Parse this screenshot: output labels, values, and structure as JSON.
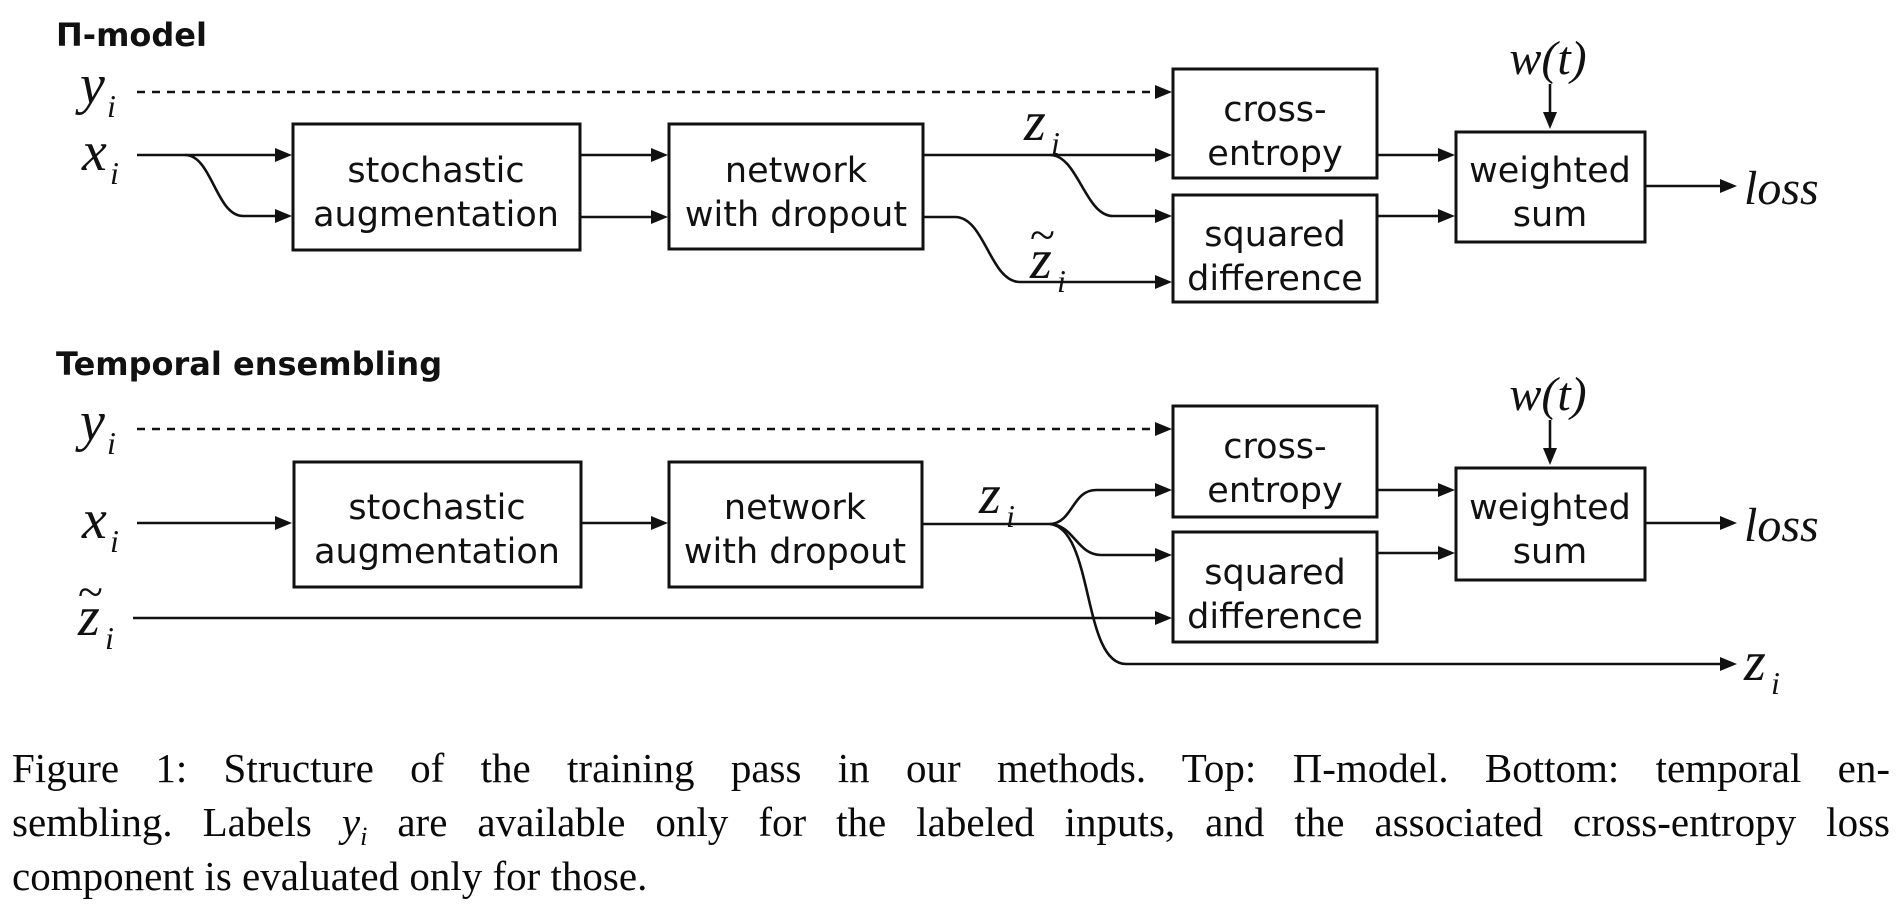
{
  "pi_model": {
    "title": "Π-model",
    "labels": {
      "y_var": "y",
      "y_sub": "i",
      "x_var": "x",
      "x_sub": "i",
      "z_var": "z",
      "z_sub": "i",
      "z_tilde_accent": "~",
      "z_tilde_var": "z",
      "z_tilde_sub": "i",
      "weight_label": "w(t)",
      "loss_label": "loss"
    },
    "boxes": {
      "augmentation_line1": "stochastic",
      "augmentation_line2": "augmentation",
      "network_line1": "network",
      "network_line2": "with dropout",
      "cross_entropy_line1": "cross-",
      "cross_entropy_line2": "entropy",
      "squared_diff_line1": "squared",
      "squared_diff_line2": "difference",
      "weighted_sum_line1": "weighted",
      "weighted_sum_line2": "sum"
    }
  },
  "temporal_ensembling": {
    "title": "Temporal ensembling",
    "labels": {
      "y_var": "y",
      "y_sub": "i",
      "x_var": "x",
      "x_sub": "i",
      "z_var": "z",
      "z_sub": "i",
      "z_tilde_accent": "~",
      "z_tilde_var": "z",
      "z_tilde_sub": "i",
      "z_out_var": "z",
      "z_out_sub": "i",
      "weight_label": "w(t)",
      "loss_label": "loss"
    },
    "boxes": {
      "augmentation_line1": "stochastic",
      "augmentation_line2": "augmentation",
      "network_line1": "network",
      "network_line2": "with dropout",
      "cross_entropy_line1": "cross-",
      "cross_entropy_line2": "entropy",
      "squared_diff_line1": "squared",
      "squared_diff_line2": "difference",
      "weighted_sum_line1": "weighted",
      "weighted_sum_line2": "sum"
    }
  },
  "caption": {
    "line1": "Figure 1: Structure of the training pass in our methods. Top: Π-model. Bottom: temporal en-",
    "line2_pre": "sembling. Labels ",
    "line2_math_var": "y",
    "line2_math_sub": "i",
    "line2_post": " are available only for the labeled inputs, and the associated cross-entropy loss",
    "line3": "component is evaluated only for those."
  }
}
